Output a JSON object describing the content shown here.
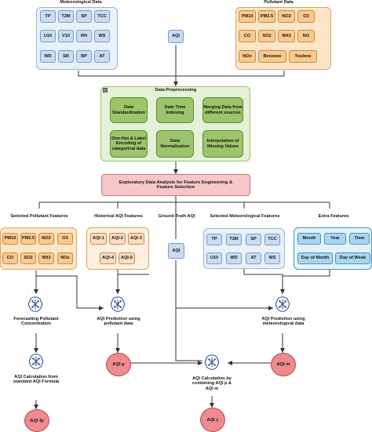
{
  "meteorological": {
    "title": "Meteorological Data",
    "items": [
      "TP",
      "T2M",
      "SP",
      "TCC",
      "U10",
      "V10",
      "RH",
      "WS",
      "WD",
      "SR",
      "BP",
      "AT"
    ]
  },
  "pollutant": {
    "title": "Pollutant Data",
    "items": [
      "PM10",
      "PM2.5",
      "NO2",
      "O3",
      "CO",
      "SO2",
      "NH3",
      "NO",
      "NOx",
      "Benzene",
      "Toulene"
    ]
  },
  "aqi_top": "AQI",
  "preprocessing": {
    "title": "Data Preprocessing",
    "steps": [
      "Data Standardization",
      "Date Time Indexing",
      "Merging Data from different sources",
      "One-Hot & Label Encoding of categorical data",
      "Data Normalization",
      "Interpolation of Missing Values"
    ]
  },
  "eda": "Exploratory Data Analysis for Feature Engineering & Feature Selection",
  "selected_pollutant": {
    "title": "Selected Pollutant Features",
    "items": [
      "PM10",
      "PM2.5",
      "NO2",
      "O3",
      "CO",
      "SO2",
      "NH3",
      "NOx"
    ]
  },
  "historical_aqi": {
    "title": "Historical AQI Features",
    "items": [
      "AQI-1",
      "AQI-2",
      "AQI-3",
      "AQI-4",
      "AQI-5"
    ]
  },
  "ground_truth": {
    "title": "Ground Truth AQI",
    "value": "AQI"
  },
  "selected_met": {
    "title": "Selected Meteorological Features",
    "items": [
      "TP",
      "T2M",
      "SP",
      "TCC",
      "U10",
      "WD",
      "AT",
      "WS"
    ]
  },
  "extra": {
    "title": "Extra Features",
    "items": [
      "Month",
      "Year",
      "Time",
      "Day of Month",
      "Day of Week"
    ]
  },
  "models": {
    "forecast": "Forecasting Pollutant Concentration",
    "pred_pollutant": "AQI Prediction using pollutant data",
    "pred_met": "AQI Prediction using meteorological data",
    "calc_standard": "AQI Calculation from standard AQI Formula",
    "calc_combined": "AQI Calculation by combining AQI p & AQI m"
  },
  "outputs": {
    "aqi_p": "AQI p",
    "aqi_m": "AQI m",
    "aqi_fp": "AQI fp",
    "aqi_c": "AQI c"
  },
  "colors": {
    "meteorological": "#c9dcf2",
    "pollutant": "#f9c98f",
    "green_step": "#9cc46a",
    "eda": "#f6c6c8",
    "output_circle": "#ef8a8e",
    "extra": "#a9d6ee",
    "icon": "#2b4f8f"
  }
}
